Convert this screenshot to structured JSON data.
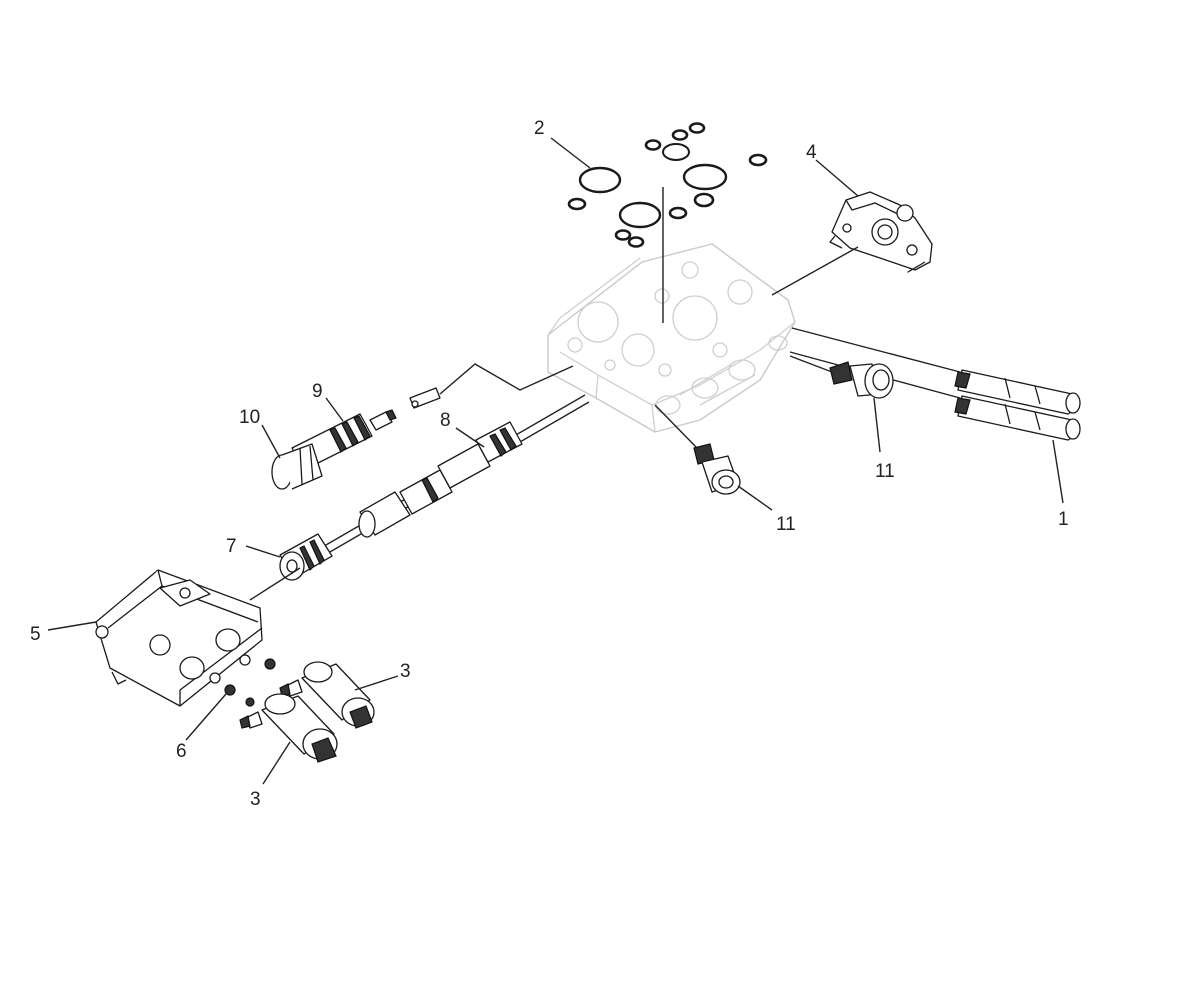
{
  "callouts": {
    "c1": "1",
    "c2": "2",
    "c3a": "3",
    "c3b": "3",
    "c4": "4",
    "c5": "5",
    "c6": "6",
    "c7": "7",
    "c8": "8",
    "c9": "9",
    "c10": "10",
    "c11a": "11",
    "c11b": "11"
  }
}
